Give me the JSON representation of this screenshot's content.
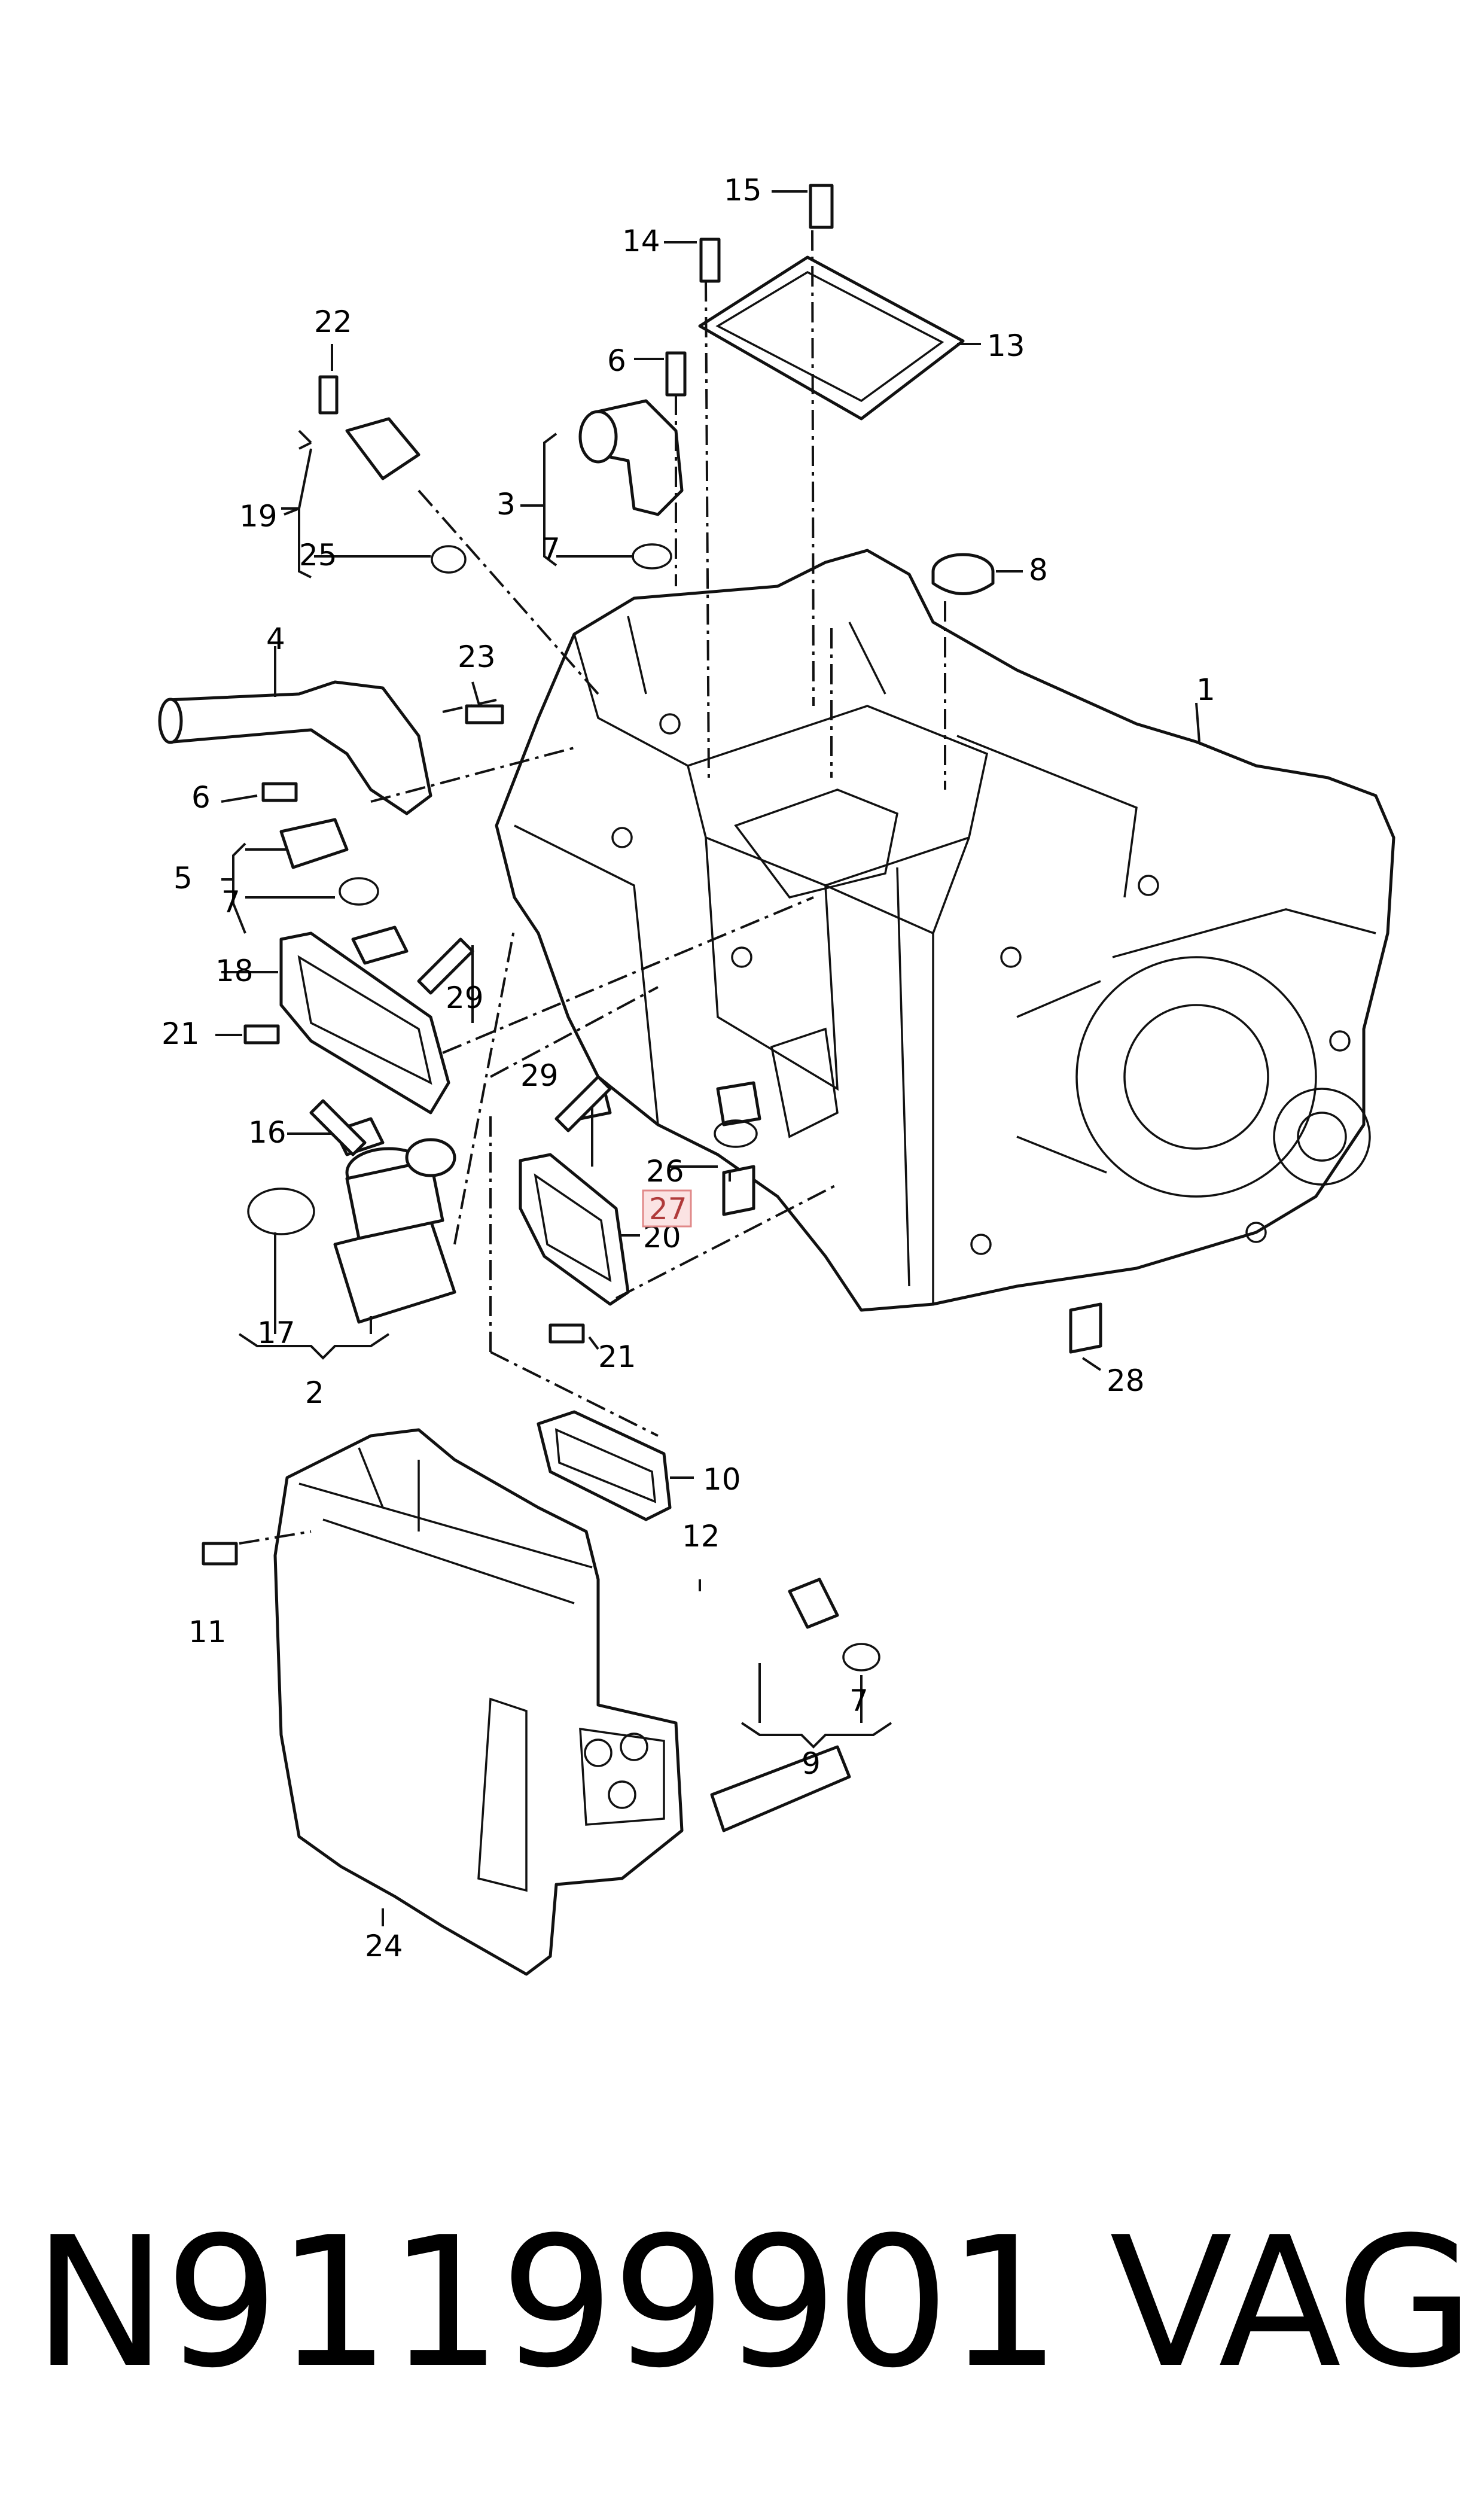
{
  "diagram": {
    "labels": {
      "l1": "1",
      "l2": "2",
      "l3": "3",
      "l4": "4",
      "l5": "5",
      "l6a": "6",
      "l6b": "6",
      "l7a": "7",
      "l7b": "7",
      "l7c": "7",
      "l8": "8",
      "l9": "9",
      "l10": "10",
      "l11": "11",
      "l12": "12",
      "l13": "13",
      "l14": "14",
      "l15": "15",
      "l16": "16",
      "l17": "17",
      "l18": "18",
      "l19": "19",
      "l20": "20",
      "l21a": "21",
      "l21b": "21",
      "l22": "22",
      "l23": "23",
      "l24": "24",
      "l25": "25",
      "l26": "26",
      "l27": "27",
      "l28": "28",
      "l29a": "29",
      "l29b": "29"
    },
    "highlighted_label": "27",
    "highlight_color": "#e08888"
  },
  "footer": {
    "part_number": "N91199901",
    "brand": "VAG"
  }
}
